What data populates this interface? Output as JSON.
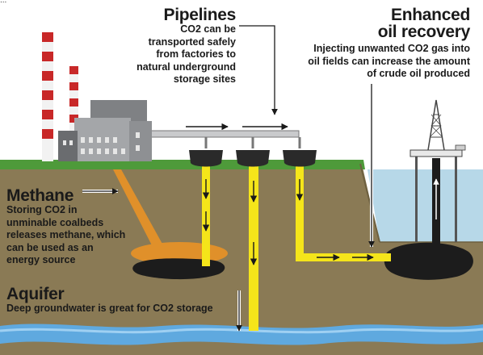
{
  "top_fragment": "...",
  "labels": {
    "pipelines": {
      "title": "Pipelines",
      "description": "CO2 can be transported safely from factories to natural underground storage sites"
    },
    "enhanced_oil_recovery": {
      "title": "Enhanced oil recovery",
      "description": "Injecting unwanted CO2 gas into oil fields can increase the amount of crude oil produced"
    },
    "methane": {
      "title": "Methane",
      "description": "Storing CO2 in unminable coalbeds releases methane, which can be used as an energy source"
    },
    "aquifer": {
      "title": "Aquifer",
      "description": "Deep groundwater is great for CO2 storage"
    }
  },
  "colors": {
    "sky": "#ffffff",
    "grass": "#4e9a3a",
    "soil": "#8a7a55",
    "sea": "#b7d8e8",
    "pipe": "#f5e51a",
    "oil": "#1c1c1c",
    "coal_seam": "#e0902a",
    "aquifer_water": "#5fa9df",
    "chimney_red": "#c82828",
    "factory_grey": "#8e9093"
  }
}
